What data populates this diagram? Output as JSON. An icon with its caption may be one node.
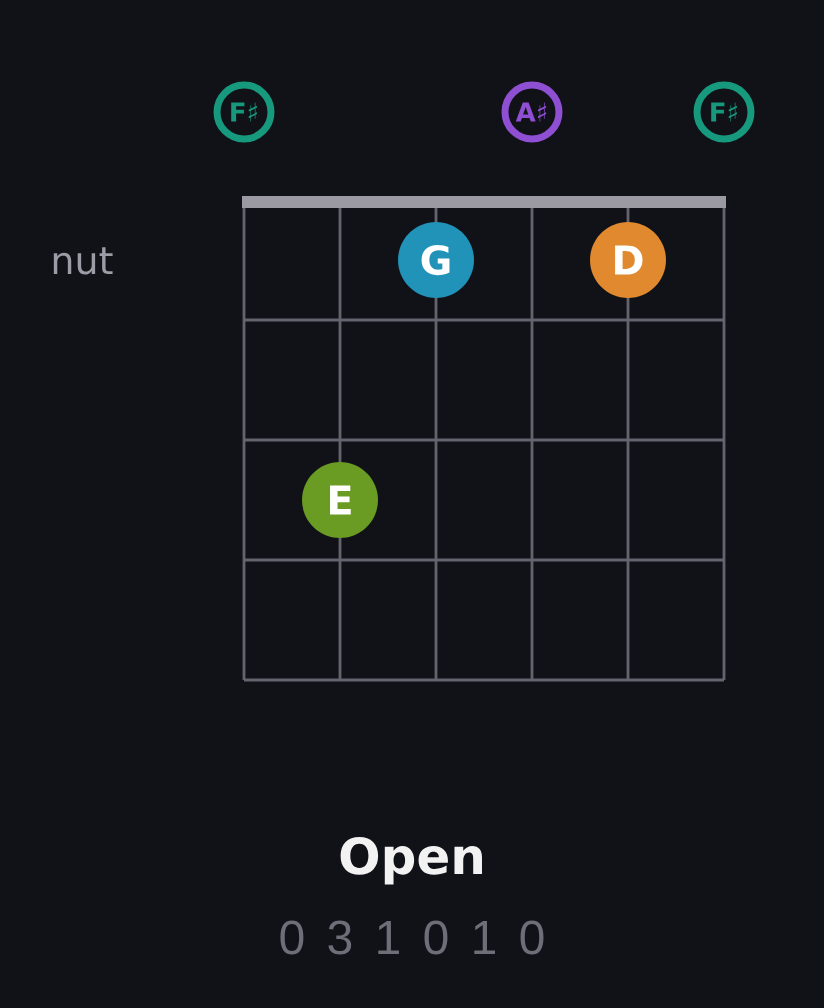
{
  "diagram": {
    "title": "Open",
    "nodes": [
      {
        "text": [
          "F♯"
        ]
      },
      {
        "text": [
          "A♯"
        ]
      },
      {
        "text": [
          "F♯"
        ]
      },
      {
        "text": [
          "G"
        ]
      },
      {
        "text": [
          "D"
        ]
      },
      {
        "text": [
          "E"
        ]
      }
    ],
    "labels": [
      "nut",
      "0 3 1 0 1 0"
    ]
  }
}
